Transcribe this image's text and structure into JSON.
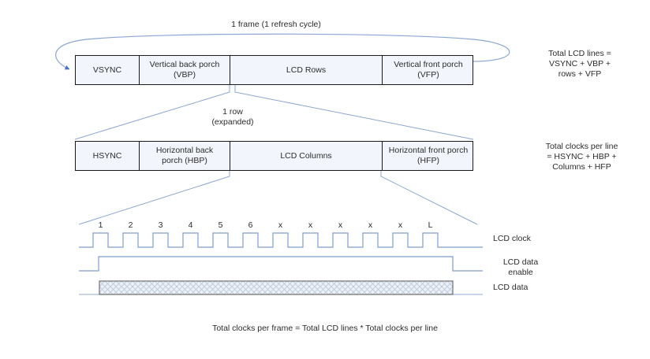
{
  "diagram": {
    "caption_top": "1 frame (1 refresh cycle)",
    "caption_mid_line1": "1 row",
    "caption_mid_line2": "(expanded)",
    "caption_bottom": "Total clocks per frame = Total LCD lines * Total clocks per line",
    "frame_bar": {
      "segments": [
        {
          "label": "VSYNC"
        },
        {
          "label": "Vertical back porch\n(VBP)"
        },
        {
          "label": "LCD Rows"
        },
        {
          "label": "Vertical front porch\n(VFP)"
        }
      ]
    },
    "row_bar": {
      "segments": [
        {
          "label": "HSYNC"
        },
        {
          "label": "Horizontal back\nporch (HBP)"
        },
        {
          "label": "LCD Columns"
        },
        {
          "label": "Horizontal front porch\n(HFP)"
        }
      ]
    },
    "note_frame": "Total LCD lines =\nVSYNC + VBP +\nrows + VFP",
    "note_line": "Total clocks per line\n= HSYNC + HBP +\nColumns + HFP",
    "waveforms": {
      "clock_label": "LCD clock",
      "data_enable_label": "LCD data\nenable",
      "data_label": "LCD data",
      "clock_tick_labels": [
        "1",
        "2",
        "3",
        "4",
        "5",
        "6",
        "x",
        "x",
        "x",
        "x",
        "x",
        "L"
      ]
    },
    "colors": {
      "bar_fill": "#f2f6fc",
      "bar_border": "#1a1a1a",
      "signal": "#7f9ed4",
      "connector": "#8ba7d4",
      "data_box_border": "#7a7a7a",
      "data_box_fill": "#eef2f8",
      "arrow": "#4472c4"
    }
  }
}
